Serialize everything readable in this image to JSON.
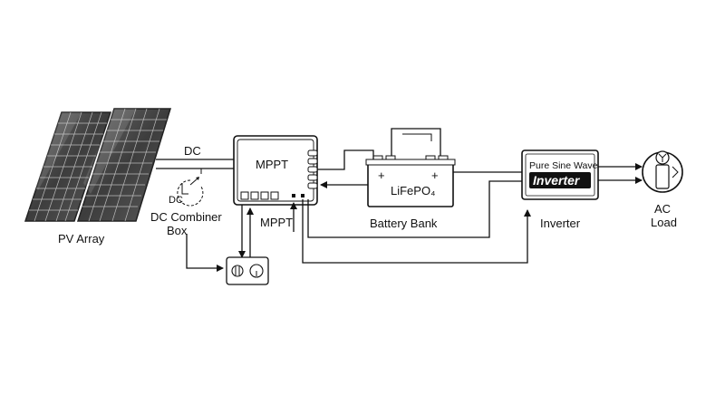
{
  "labels": {
    "pv_array": "PV Array",
    "dc_top": "DC",
    "dc_box_icon": "DC",
    "dc_combiner_line1": "DC Combiner",
    "dc_combiner_line2": "Box",
    "mppt_box": "MPPT",
    "mppt_below": "MPPT",
    "battery_chem": "LiFePO₄",
    "battery_bank": "Battery Bank",
    "inverter_top": "Pure Sine Wave",
    "inverter_brand": "Inverter",
    "inverter_label": "Inverter",
    "ac_line1": "AC",
    "ac_line2": "Load",
    "battery_plus_left": "+",
    "battery_plus_right": "+"
  },
  "colors": {
    "line": "#111111",
    "panel_dark": "#3a3a3a",
    "panel_light": "#8a8a8a",
    "inverter_bg": "#111111",
    "background": "#ffffff"
  },
  "icons": [
    "solar-panel-icon",
    "dc-combiner-icon",
    "mppt-controller-icon",
    "battery-icon",
    "inverter-icon",
    "ac-load-icon",
    "meter-box-icon"
  ]
}
